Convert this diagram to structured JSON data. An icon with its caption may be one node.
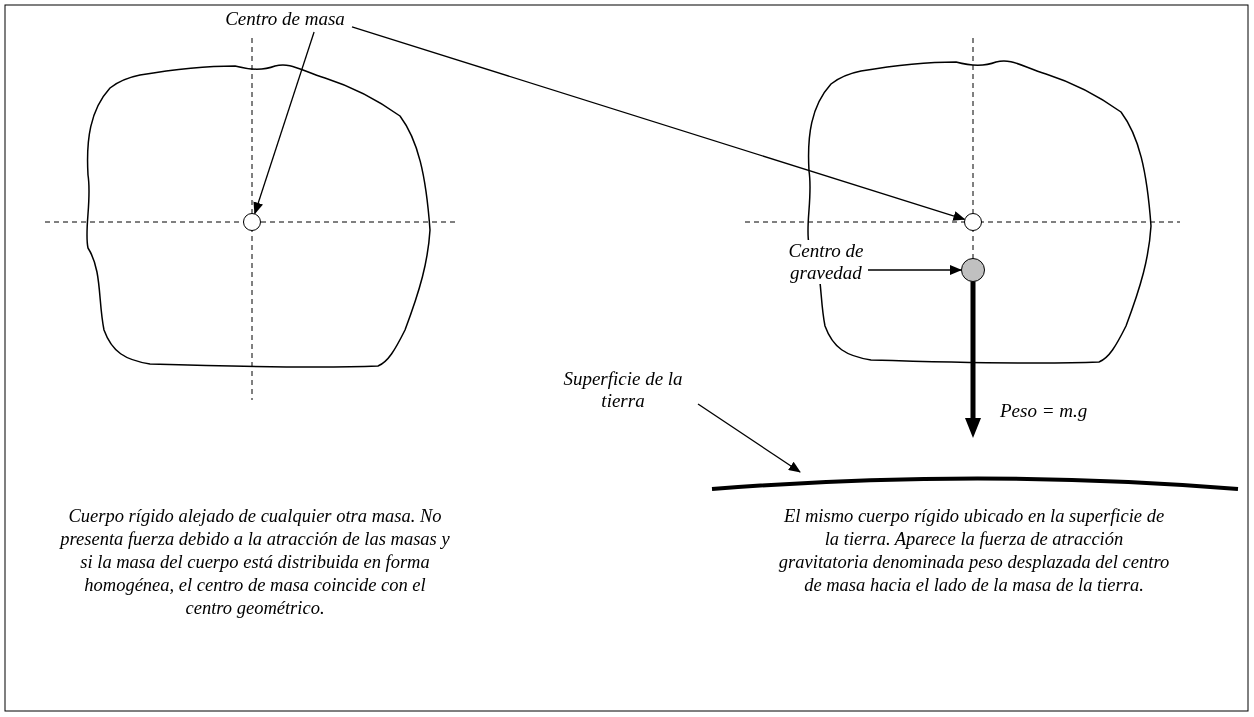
{
  "diagram": {
    "nodes": [
      {
        "text": [
          "Centro de masa"
        ]
      },
      {
        "text": [],
        "shape": "circle"
      },
      {
        "text": [],
        "shape": "circle"
      },
      {
        "text": [
          "Centro de gravedad"
        ]
      },
      {
        "text": [],
        "shape": "circle"
      },
      {
        "text": [
          "Superficie de la tierra"
        ]
      },
      {
        "text": [],
        "shape": "line"
      }
    ],
    "edges": [
      {
        "from": 0,
        "to": 1,
        "arrow": "to"
      },
      {
        "from": 0,
        "to": 2,
        "arrow": "to"
      },
      {
        "from": 3,
        "to": 4,
        "arrow": "to"
      },
      {
        "from": 5,
        "to": 6,
        "arrow": "to"
      }
    ],
    "labels": [
      "Peso = m.g",
      "Cuerpo rígido alejado de cualquier otra masa. No presenta fuerza debido a la atracción de las masas y si la masa del cuerpo está distribuida en forma homogénea, el centro de masa coincide con el centro geométrico.",
      "El mismo cuerpo rígido ubicado en la superficie de la tierra. Aparece la fuerza de atracción gravitatoria denominada peso desplazada del centro de masa hacia el lado de la masa de la tierra."
    ]
  }
}
